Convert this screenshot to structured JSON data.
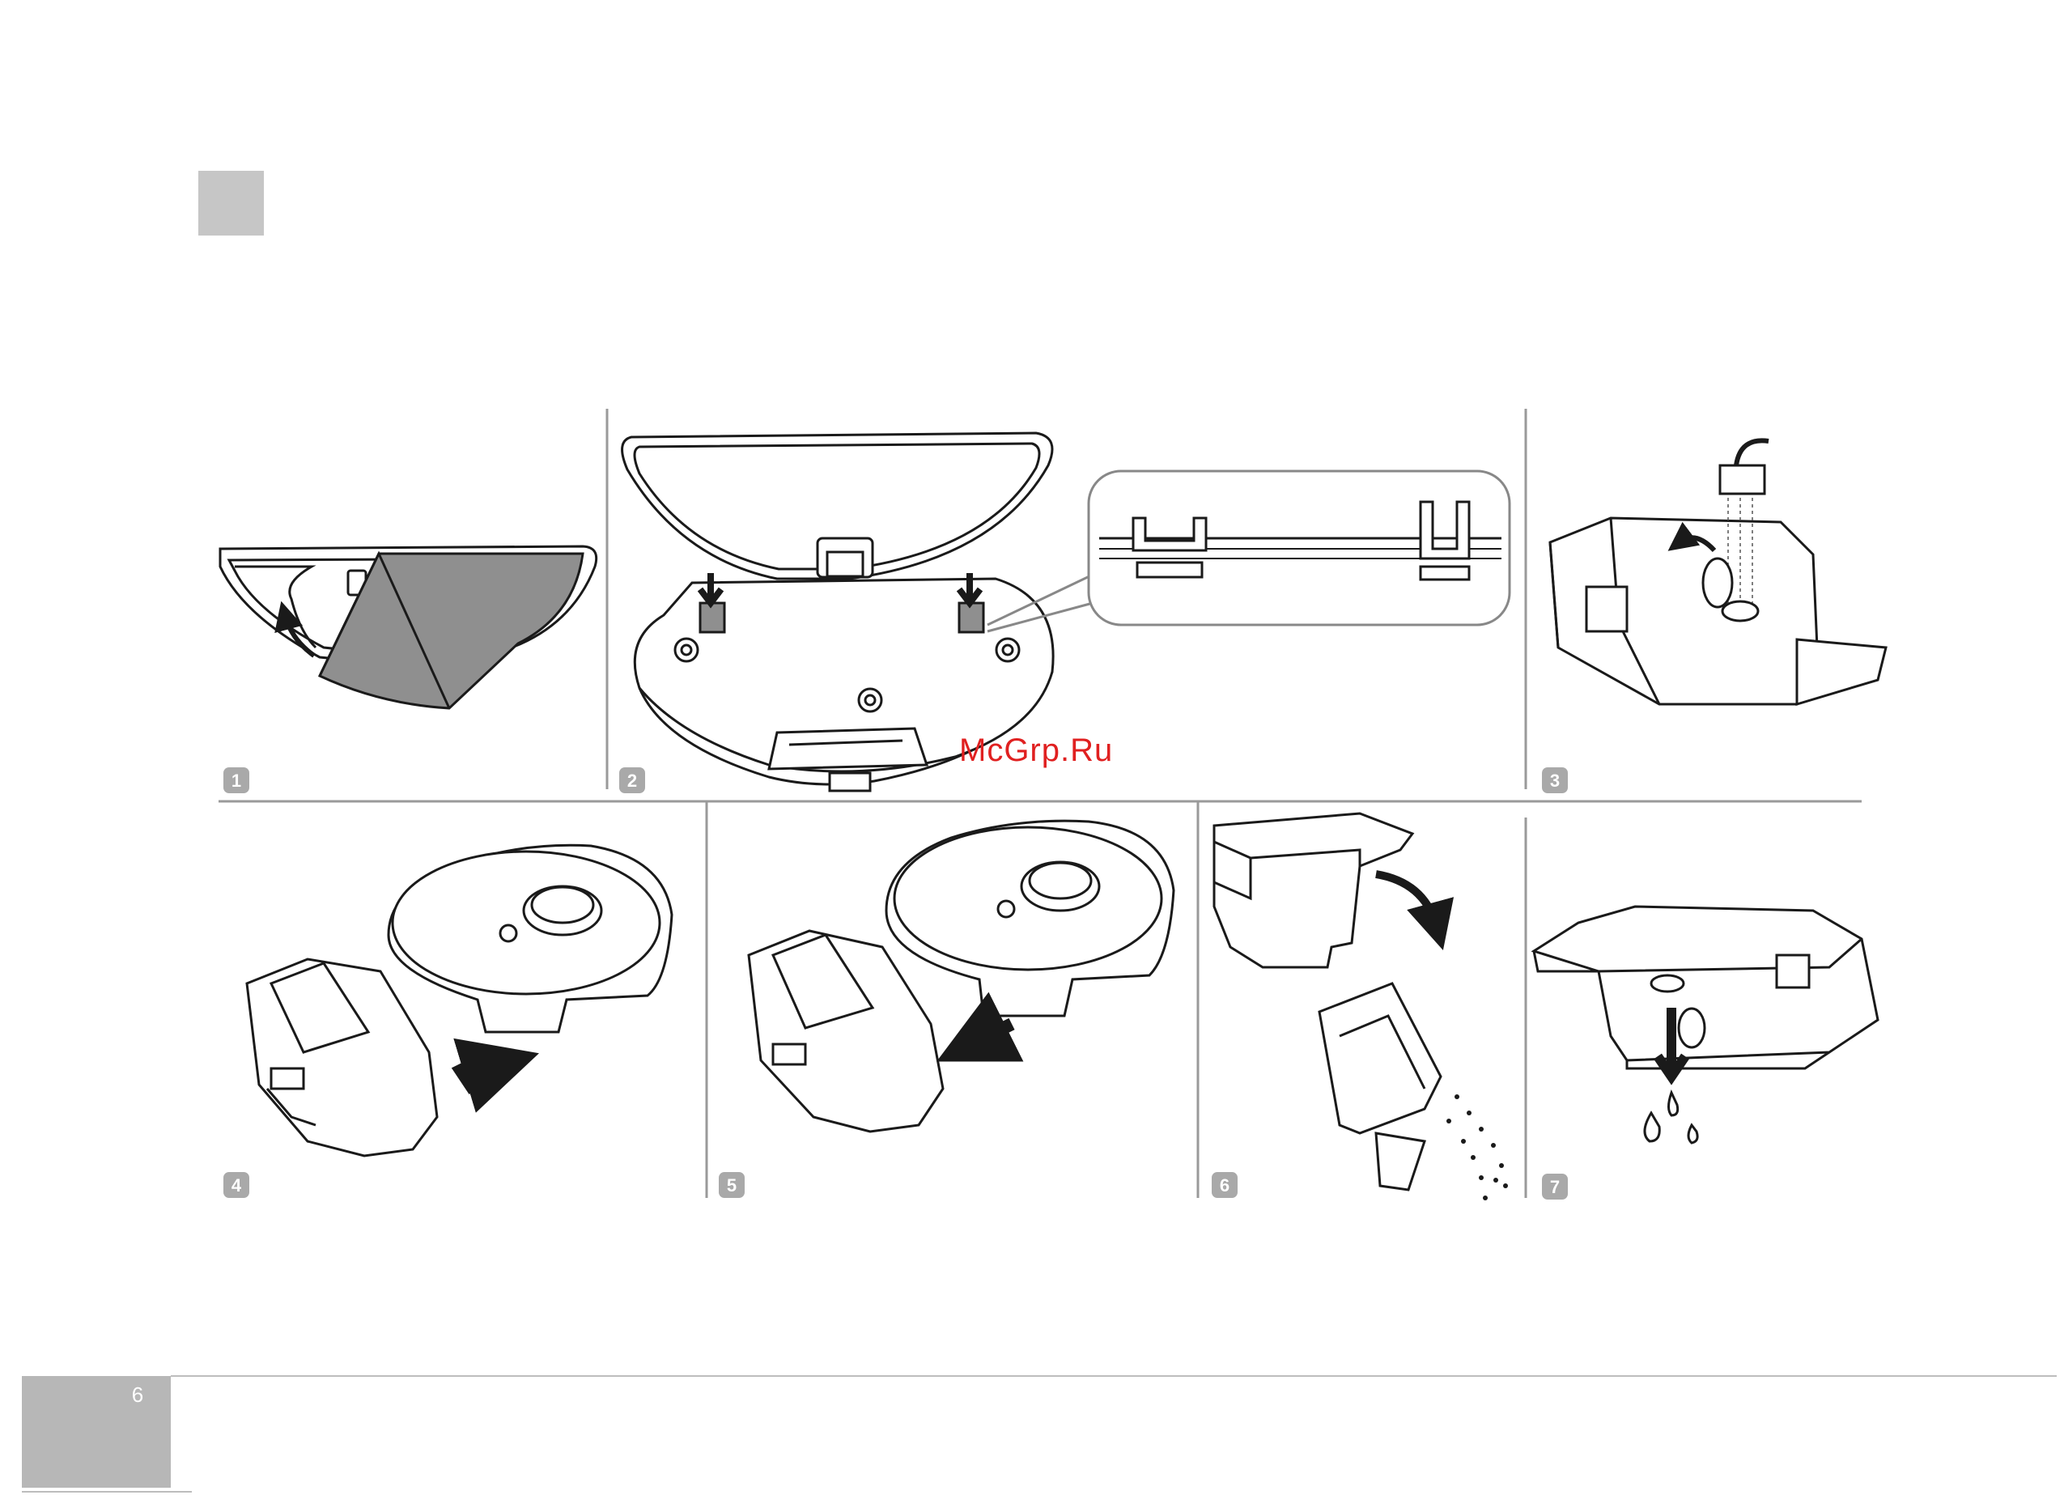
{
  "page": {
    "number": "6"
  },
  "watermark": "McGrp.Ru",
  "steps": [
    {
      "label": "1",
      "name": "remove-mop-cloth"
    },
    {
      "label": "2",
      "name": "attach-mop-holder"
    },
    {
      "label": "3",
      "name": "rinse-water-tank"
    },
    {
      "label": "4",
      "name": "insert-module"
    },
    {
      "label": "5",
      "name": "remove-module"
    },
    {
      "label": "6",
      "name": "empty-dust-bin"
    },
    {
      "label": "7",
      "name": "drain-water-tank"
    }
  ],
  "colors": {
    "badge": "#a9a9a9",
    "divider": "#9a9a9a",
    "line": "#1a1a1a",
    "fill_gray": "#8f8f8f",
    "watermark": "#e02020"
  }
}
